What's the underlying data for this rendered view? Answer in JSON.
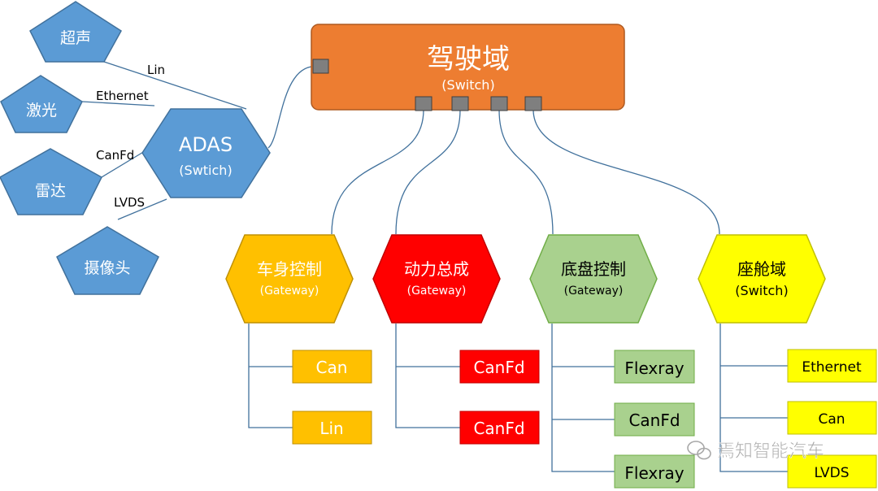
{
  "main": {
    "title": "驾驶域",
    "subtitle": "(Switch)"
  },
  "adas": {
    "title": "ADAS",
    "subtitle": "(Swtich)"
  },
  "sensors": [
    {
      "label": "超声",
      "link": "Lin"
    },
    {
      "label": "激光",
      "link": "Ethernet"
    },
    {
      "label": "雷达",
      "link": "CanFd"
    },
    {
      "label": "摄像头",
      "link": "LVDS"
    }
  ],
  "domains": [
    {
      "title": "车身控制",
      "subtitle": "(Gateway)",
      "buses": [
        "Can",
        "Lin"
      ]
    },
    {
      "title": "动力总成",
      "subtitle": "(Gateway)",
      "buses": [
        "CanFd",
        "CanFd"
      ]
    },
    {
      "title": "底盘控制",
      "subtitle": "(Gateway)",
      "buses": [
        "Flexray",
        "CanFd",
        "Flexray"
      ]
    },
    {
      "title": "座舱域",
      "subtitle": "(Switch)",
      "buses": [
        "Ethernet",
        "Can",
        "LVDS"
      ]
    }
  ],
  "watermark": "焉知智能汽车",
  "colors": {
    "orange": "#ED7D31",
    "blue": "#5B9BD5",
    "amber": "#FFC000",
    "red": "#FF0000",
    "green": "#A9D18E",
    "yellow": "#FFFF00",
    "port": "#7F7F7F"
  }
}
